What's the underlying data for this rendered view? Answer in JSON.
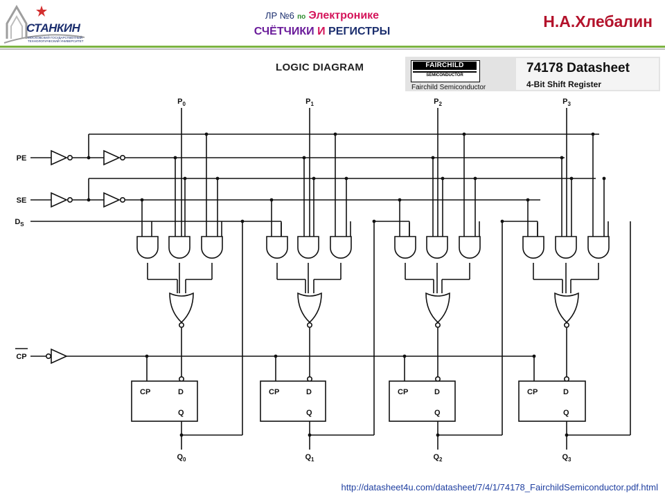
{
  "header": {
    "logo_text": "СТАНКИН",
    "logo_subtext": "Московский государственный технологический университет",
    "lab_number": "ЛР №6",
    "lab_preposition": "по",
    "subject": "Электронике",
    "topic_part1": "СЧЁТЧИКИ",
    "topic_conj": "И",
    "topic_part2": "РЕГИСТРЫ",
    "author": "Н.А.Хлебалин"
  },
  "datasheet": {
    "diagram_title": "LOGIC DIAGRAM",
    "manufacturer_logo": "FAIRCHILD",
    "manufacturer_logo_sub": "SEMICONDUCTOR",
    "manufacturer_caption": "Fairchild Semiconductor",
    "title": "74178 Datasheet",
    "subtitle": "4-Bit Shift Register"
  },
  "circuit": {
    "inputs": [
      "PE",
      "SE",
      "DS",
      "CP"
    ],
    "parallel_inputs": [
      "P0",
      "P1",
      "P2",
      "P3"
    ],
    "outputs": [
      "Q0",
      "Q1",
      "Q2",
      "Q3"
    ],
    "ff_pin_cp": "CP",
    "ff_pin_d": "D",
    "ff_pin_q": "Q"
  },
  "footer": {
    "url": "http://datasheet4u.com/datasheet/7/4/1/74178_FairchildSemiconductor.pdf.html"
  }
}
